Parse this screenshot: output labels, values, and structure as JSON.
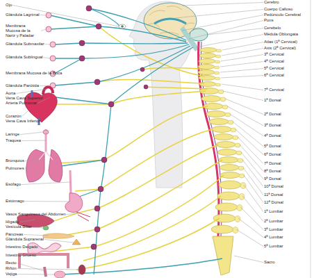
{
  "diagram": {
    "labels": [
      "Ojo",
      "Glándula Lagrimal",
      "Membrana Mucosa de la Nariz y Paladar",
      "Glándula Submaxilar",
      "Glándula Sublingual",
      "Membrana Mucosa de la Boca",
      "Glándula Parótida",
      "Aorta",
      "Vena Cava Superior",
      "Arteria Pulmonar",
      "Corazón",
      "Vena Cava Inferior",
      "Laringe",
      "Traquea",
      "Bronquios",
      "Pulmones",
      "Esófago",
      "Estómago",
      "Vasos Sanguíneos del Abdomen",
      "Hígado",
      "Vesícula Biliar",
      "Páncreas",
      "Glándula Suprarenal",
      "Intestino Delgado",
      "Intestino Grueso",
      "Recto",
      "Riñón",
      "Vejiga",
      "Cerebro",
      "Cuerpo Calloso",
      "Pedúnculo Cerebral",
      "Pons",
      "Cerebelo",
      "Médula Oblongata",
      "Atlas (1ª Cervical)",
      "Axis (2ª Cervical)",
      "3ª Cervical",
      "4ª Cervical",
      "5ª Cervical",
      "6ª Cervical",
      "7ª Cervical",
      "1ª Dorsal",
      "2ª Dorsal",
      "3ª Dorsal",
      "4ª Dorsal",
      "5ª Dorsal",
      "6ª Dorsal",
      "7ª Dorsal",
      "8ª Dorsal",
      "9ª Dorsal",
      "10ª Dorsal",
      "11ª Dorsal",
      "12ª Dorsal",
      "1ª Lumbar",
      "2ª Lumbar",
      "3ª Lumbar",
      "4ª Lumbar",
      "5ª Lumbar",
      "Sacro"
    ]
  }
}
